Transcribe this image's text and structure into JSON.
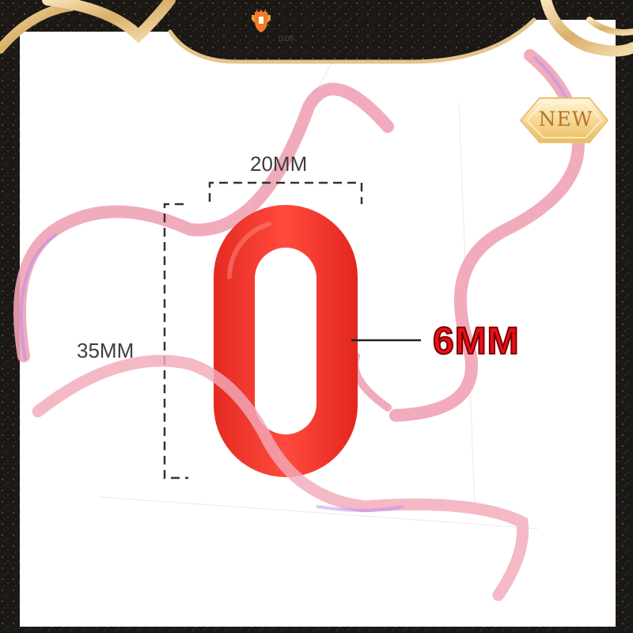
{
  "brand": {
    "name": "DDF",
    "logo_icon": "shield-crest-icon"
  },
  "badge": {
    "label": "NEW"
  },
  "dimensions": {
    "width_label": "20MM",
    "height_label": "35MM",
    "thickness_label": "6MM"
  },
  "colors": {
    "ring": "#f0372f",
    "thickness_text": "#e8101a",
    "ribbon": "#f0a3b5",
    "gold": "#e8c98d",
    "frame": "#1a1714",
    "badge_text": "#b57524"
  }
}
